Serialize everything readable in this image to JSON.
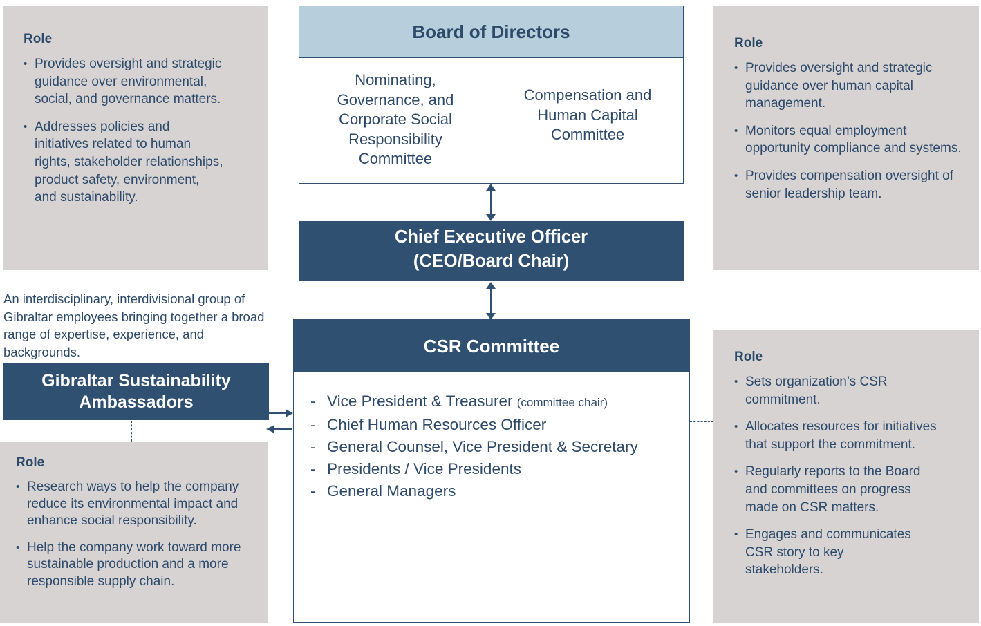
{
  "board": {
    "title": "Board of Directors",
    "committee_left": "Nominating, Governance, and Corporate Social Responsibility Committee",
    "committee_right": "Compensation and Human Capital Committee"
  },
  "ceo": {
    "line1": "Chief Executive Officer",
    "line2": "(CEO/Board Chair)"
  },
  "csr": {
    "title": "CSR Committee",
    "members": [
      {
        "text": "Vice President & Treasurer",
        "note": "(committee chair)"
      },
      {
        "text": "Chief Human Resources Officer",
        "note": ""
      },
      {
        "text": "General Counsel, Vice President & Secretary",
        "note": ""
      },
      {
        "text": "Presidents / Vice Presidents",
        "note": ""
      },
      {
        "text": "General Managers",
        "note": ""
      }
    ]
  },
  "ambassadors": {
    "description": "An interdisciplinary, interdivisional group of Gibraltar employees bringing together a broad range of expertise, experience, and backgrounds.",
    "title_line1": "Gibraltar Sustainability",
    "title_line2": "Ambassadors"
  },
  "roles": {
    "board_left": {
      "title": "Role",
      "items": [
        "Provides oversight and strategic guidance over environmental, social, and governance matters.",
        "Addresses policies and initiatives related to human rights, stakeholder relationships, product safety, environment, and sustainability."
      ]
    },
    "board_right": {
      "title": "Role",
      "items": [
        "Provides oversight and strategic guidance over human capital management.",
        "Monitors equal employment opportunity compliance and systems.",
        "Provides compensation oversight of senior leadership team."
      ]
    },
    "csr": {
      "title": "Role",
      "items": [
        "Sets organization’s CSR commitment.",
        "Allocates resources for initiatives that support the commitment.",
        "Regularly reports to the Board and committees on progress made on CSR matters.",
        "Engages and communicates CSR story to key stakeholders."
      ]
    },
    "ambassadors": {
      "title": "Role",
      "items": [
        "Research ways to help the company reduce its environmental impact and enhance social responsibility.",
        "Help the company work toward more sustainable production and a more responsible supply chain."
      ]
    }
  }
}
